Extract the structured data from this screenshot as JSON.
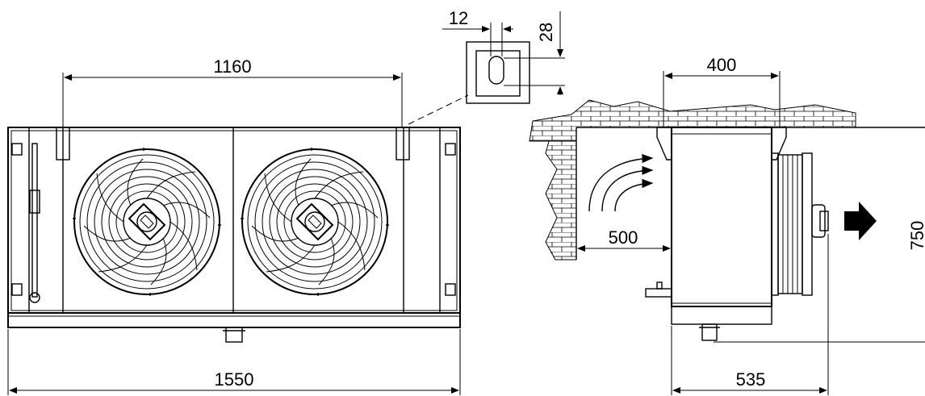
{
  "dimensions": {
    "slot_width": "12",
    "slot_height": "28",
    "mount_spacing": "1160",
    "overall_width": "1550",
    "bracket_depth": "400",
    "wall_clearance": "500",
    "unit_depth": "535",
    "height": "750"
  },
  "colors": {
    "line": "#000000",
    "background": "#ffffff"
  },
  "icons": {
    "fan_left": "fan-grille-icon",
    "fan_right": "fan-grille-icon",
    "airflow": "arrow-right-icon"
  }
}
